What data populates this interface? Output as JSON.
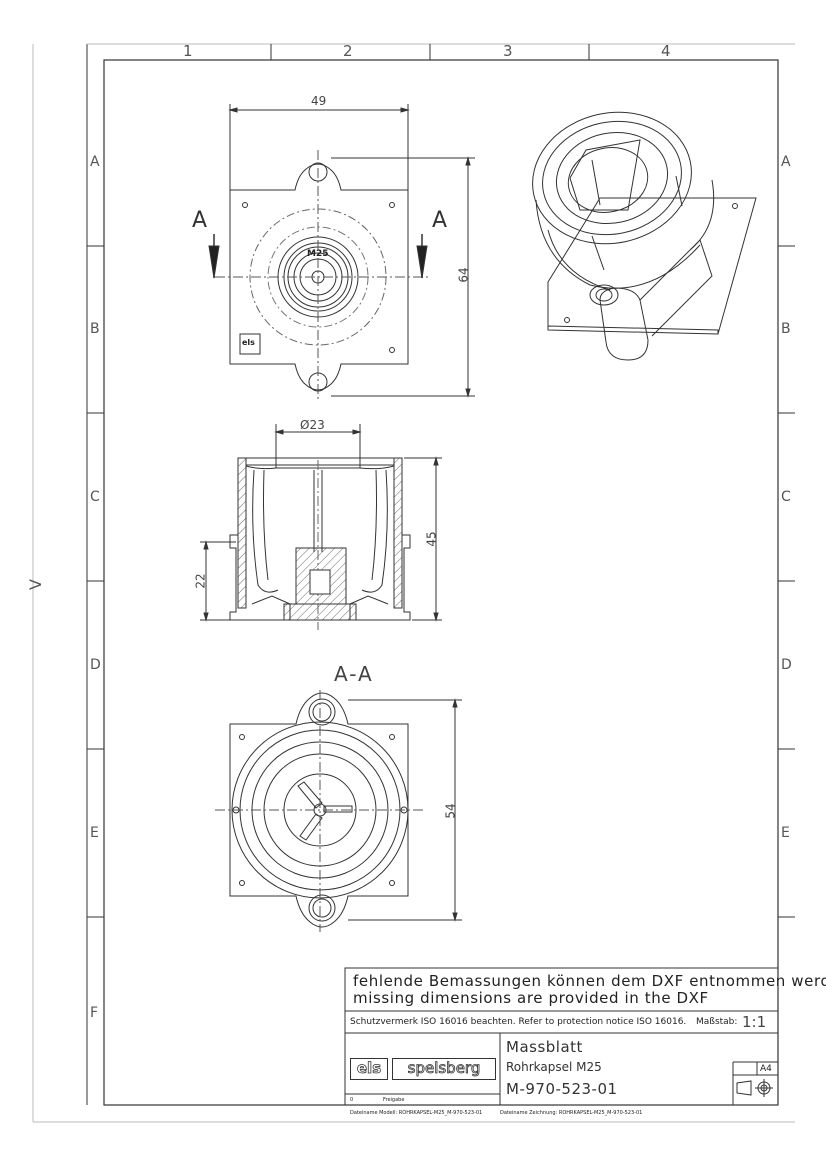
{
  "grid": {
    "columns": [
      "1",
      "2",
      "3",
      "4"
    ],
    "rows": [
      "A",
      "B",
      "C",
      "D",
      "E",
      "F"
    ],
    "side_mark": "V"
  },
  "views": {
    "section_mark_left": "A",
    "section_mark_right": "A",
    "section_title": "A-A",
    "m25_label": "M25",
    "logo_mark": "els"
  },
  "dimensions": {
    "top_width": "49",
    "top_height": "64",
    "diameter": "Ø23",
    "side_height": "45",
    "side_lower": "22",
    "bottom_height": "54"
  },
  "title_block": {
    "note_de": "fehlende Bemassungen können dem DXF entnommen werden",
    "note_en": "missing dimensions are provided in the DXF",
    "protection": "Schutzvermerk ISO 16016 beachten. Refer to protection notice ISO 16016.",
    "scale_label": "Maßstab:",
    "scale_value": "1:1",
    "logo_els": "els",
    "logo_brand": "spelsberg",
    "doc_type": "Massblatt",
    "product": "Rohrkapsel M25",
    "part_number": "M-970-523-01",
    "paper_size": "A4",
    "revision": "0",
    "release": "Freigabe",
    "file_model": "Dateiname Modell: ROHRKAPSEL-M25_M-970-523-01",
    "file_drawing": "Dateiname Zeichnung: ROHRKAPSEL-M25_M-970-523-01"
  }
}
